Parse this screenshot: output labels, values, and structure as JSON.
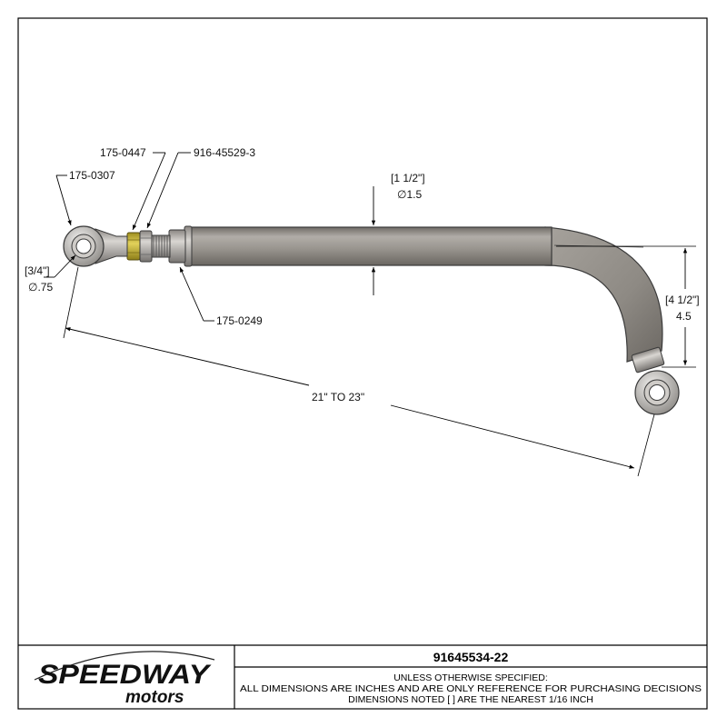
{
  "callouts": {
    "rod_end_left": "175-0307",
    "jam_nut": "175-0447",
    "spacer": "916-45529-3",
    "bung": "175-0249"
  },
  "dimensions": {
    "rod_end_bore": {
      "fraction": "[3/4\"]",
      "value": "∅.75"
    },
    "tube_diameter": {
      "fraction": "[1 1/2\"]",
      "value": "∅1.5"
    },
    "offset": {
      "fraction": "[4 1/2\"]",
      "value": "4.5"
    },
    "overall_length": "21\" TO 23\""
  },
  "title_block": {
    "logo_main": "SPEEDWAY",
    "logo_sub": "motors",
    "part_number": "91645534-22",
    "notes": [
      "UNLESS OTHERWISE SPECIFIED:",
      "ALL DIMENSIONS ARE INCHES AND ARE ONLY REFERENCE FOR PURCHASING DECISIONS",
      "DIMENSIONS NOTED [ ] ARE THE NEAREST 1/16 INCH"
    ]
  },
  "colors": {
    "tube": "#8e8a84",
    "brass": "#c8b536",
    "line": "#000000"
  }
}
